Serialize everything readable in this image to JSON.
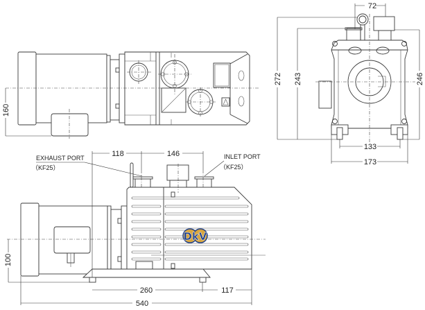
{
  "dimensions": {
    "top_view": {
      "motor_offset": "160"
    },
    "front_view": {
      "port_spacing": "72",
      "overall_height": "272",
      "body_height": "243",
      "height_right": "246",
      "foot_bolt_spacing": "133",
      "base_width": "173"
    },
    "side_view": {
      "exhaust_to_mount": "118",
      "port_spacing": "146",
      "center_height": "100",
      "foot_spacing": "260",
      "foot_to_end": "117",
      "overall_length": "540"
    }
  },
  "labels": {
    "exhaust_port": "EXHAUST PORT",
    "exhaust_port_size": "（KF25）",
    "inlet_port": "INLET PORT",
    "inlet_port_size": "（KF25）",
    "logo": "DkV"
  },
  "colors": {
    "logo_gold": "#d8a640",
    "logo_blue": "#1e3f8a",
    "line": "#3a3a3a"
  }
}
